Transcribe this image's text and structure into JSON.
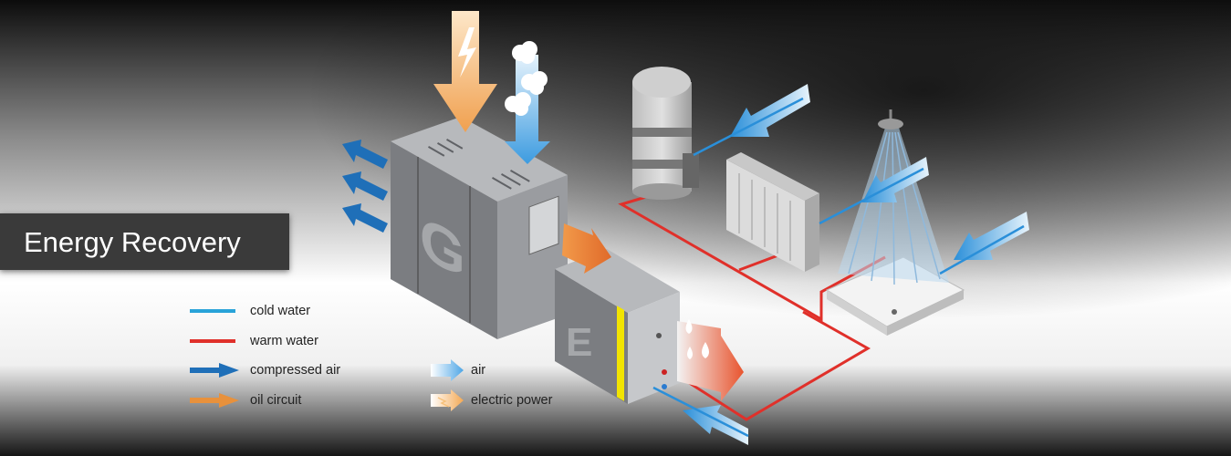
{
  "title": "Energy Recovery",
  "legend": [
    {
      "key": "cold_water",
      "label": "cold water",
      "color": "#29a3d9"
    },
    {
      "key": "warm_water",
      "label": "warm water",
      "color": "#e0302a"
    },
    {
      "key": "compressed_air",
      "label": "compressed air",
      "color": "#1f6fb8"
    },
    {
      "key": "oil_circuit",
      "label": "oil circuit",
      "color": "#e8913c"
    },
    {
      "key": "air",
      "label": "air",
      "color": "#7ec3ee"
    },
    {
      "key": "electric_power",
      "label": "electric power",
      "color": "#f5b46a"
    }
  ],
  "colors": {
    "background_dark": "#111111",
    "background_light": "#f2f2f2",
    "machine_grey": "#8d8f93",
    "title_box": "#3a3a3a"
  },
  "icons": [
    "lightning-bolt-icon",
    "cloud-icon",
    "water-drop-icon",
    "shower-icon",
    "radiator-icon",
    "tank-icon"
  ]
}
